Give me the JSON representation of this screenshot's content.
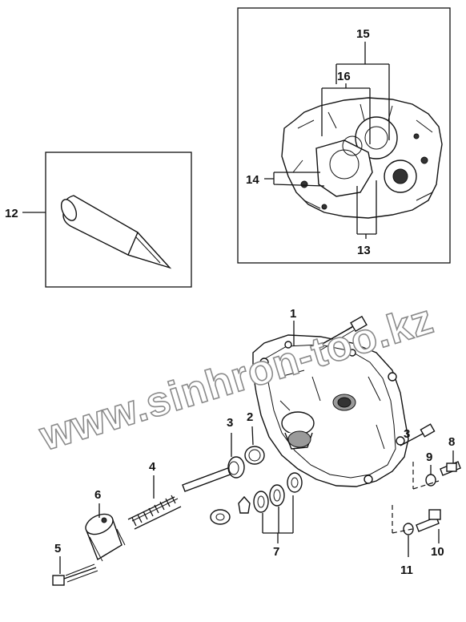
{
  "callouts": {
    "c1": "1",
    "c2": "2",
    "c3": "3",
    "c4": "4",
    "c5": "5",
    "c6": "6",
    "c7": "7",
    "c8": "8",
    "c9": "9",
    "c10": "10",
    "c11": "11",
    "c12": "12",
    "c13": "13",
    "c14": "14",
    "c15": "15",
    "c16": "16"
  },
  "watermark": "www.sinhron-too.kz"
}
